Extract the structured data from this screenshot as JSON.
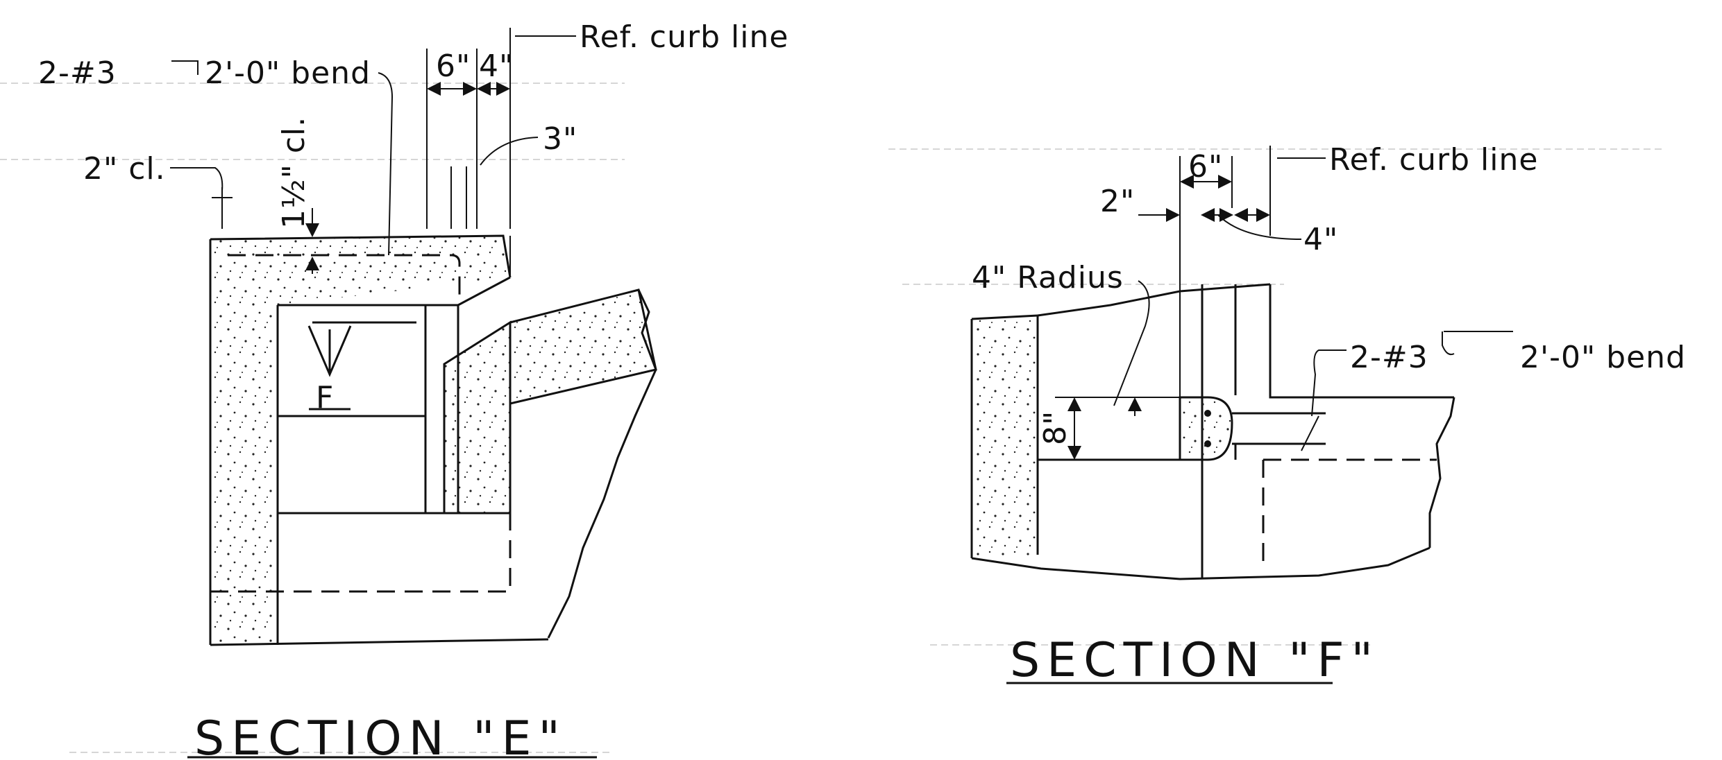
{
  "section_e": {
    "title": "SECTION \"E\"",
    "labels": {
      "bar_callout": "2-#3",
      "bend_callout": "2'-0\" bend",
      "clearance_side": "2\" cl.",
      "clearance_top": "1½\" cl.",
      "dim_6": "6\"",
      "dim_4": "4\"",
      "dim_3": "3\"",
      "curb_line": "Ref. curb line",
      "section_marker": "F"
    }
  },
  "section_f": {
    "title": "SECTION \"F\"",
    "labels": {
      "dim_6": "6\"",
      "dim_2": "2\"",
      "dim_4": "4\"",
      "curb_line": "Ref. curb line",
      "radius": "4\" Radius",
      "dim_8": "8\"",
      "bar_callout": "2-#3",
      "bend_callout": "2'-0\" bend"
    }
  },
  "colors": {
    "ink": "#111111",
    "paper": "#ffffff",
    "guide_lines": "#c9c9c9"
  }
}
